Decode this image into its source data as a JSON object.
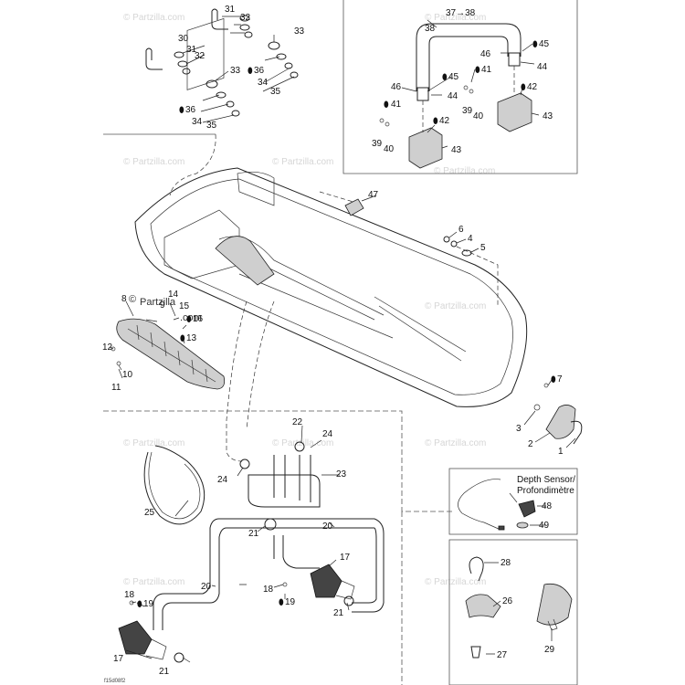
{
  "callouts": {
    "c30": "30",
    "c31a": "31",
    "c32a": "32",
    "c31b": "31",
    "c32b": "32",
    "c33a": "33",
    "c33b": "33",
    "c36a": "36",
    "c36b": "36",
    "c34a": "34",
    "c35a": "35",
    "c34b": "34",
    "c35b": "35",
    "c37": "37→38",
    "c38": "38",
    "c46a": "46",
    "c45a": "45",
    "c44a": "44",
    "c41a": "41",
    "c42a": "42",
    "c46b": "46",
    "c45b": "45",
    "c44b": "44",
    "c41b": "41",
    "c39a": "39",
    "c40a": "40",
    "c43a": "43",
    "c42b": "42",
    "c39b": "39",
    "c40b": "40",
    "c43b": "43",
    "c47": "47",
    "c6": "6",
    "c4": "4",
    "c5": "5",
    "c8": "8",
    "c14": "14",
    "c9": "9",
    "c15": "15",
    "c16": "16",
    "c13": "13",
    "c12": "12",
    "c10": "10",
    "c11": "11",
    "c7": "7",
    "c3": "3",
    "c2": "2",
    "c1": "1",
    "c22": "22",
    "c24a": "24",
    "c24b": "24",
    "c23": "23",
    "c25": "25",
    "c21a": "21",
    "c20a": "20",
    "c17a": "17",
    "c18a": "18",
    "c19a": "19",
    "c21b": "21",
    "c20b": "20",
    "c18b": "18",
    "c19b": "19",
    "c17b": "17",
    "c21c": "21",
    "c48": "48",
    "c49": "49",
    "c28": "28",
    "c26": "26",
    "c29": "29",
    "c27": "27"
  },
  "drop_glyph": "⬮",
  "depth_sensor": {
    "line1": "Depth Sensor/",
    "line2": "Profondimètre"
  },
  "watermark": {
    "text": "© Partzilla.com",
    "copyright": "©",
    "brand_a": "Partzilla",
    "brand_b": ".com"
  },
  "reference_code": "f15d08f2"
}
